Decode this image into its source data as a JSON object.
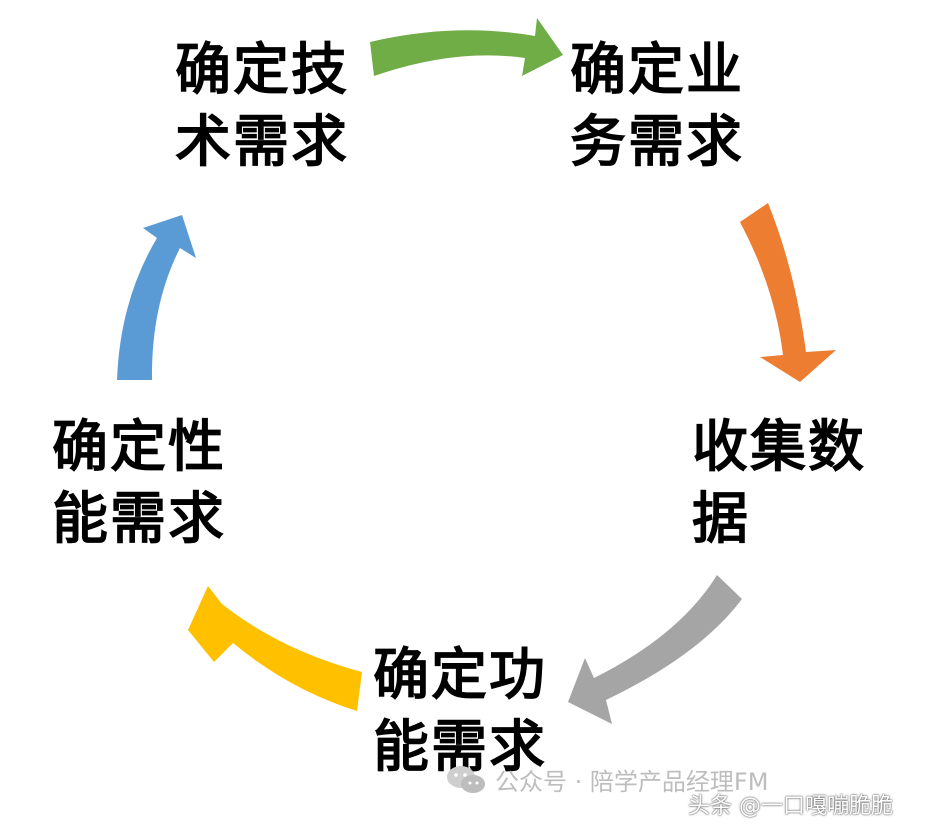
{
  "diagram": {
    "nodes": [
      {
        "id": "tech",
        "lines": [
          "确定技",
          "术需求"
        ]
      },
      {
        "id": "biz",
        "lines": [
          "确定业",
          "务需求"
        ]
      },
      {
        "id": "data",
        "lines": [
          "收集数",
          "据"
        ]
      },
      {
        "id": "func",
        "lines": [
          "确定功",
          "能需求"
        ]
      },
      {
        "id": "perf",
        "lines": [
          "确定性",
          "能需求"
        ]
      }
    ],
    "arrows": [
      {
        "from": "tech",
        "to": "biz",
        "color": "#70ad47"
      },
      {
        "from": "biz",
        "to": "data",
        "color": "#ed7d31"
      },
      {
        "from": "data",
        "to": "func",
        "color": "#a5a5a5"
      },
      {
        "from": "func",
        "to": "perf",
        "color": "#ffc000"
      },
      {
        "from": "perf",
        "to": "tech",
        "color": "#5b9bd5"
      }
    ]
  },
  "watermark": {
    "line1": "公众号 · 陪学产品经理FM",
    "line2": "头条 @一口嘎嘣脆脆",
    "icon": "wechat-icon"
  }
}
